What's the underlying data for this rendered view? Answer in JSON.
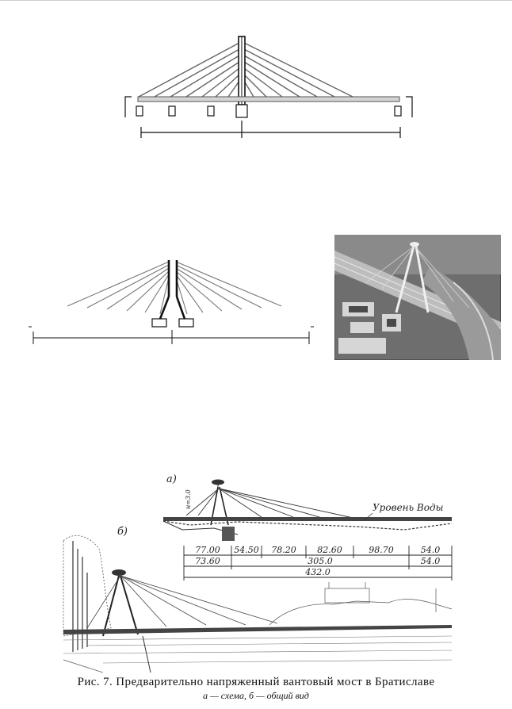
{
  "scheme_labels": {
    "water_level": "Уровень Воды",
    "label_a": "а)",
    "label_b": "б)",
    "tower_height": "н=3.0"
  },
  "spans_row1": [
    "77.00",
    "54.50",
    "78.20",
    "82.60",
    "98.70",
    "54.0"
  ],
  "spans_row2": [
    "73.60",
    "305.0",
    "54.0"
  ],
  "total_length": "432.0",
  "caption": {
    "line1": "Рис. 7. Предварительно напряженный вантовый мост в Братиславе",
    "line2": "а — схема, б — общий вид"
  }
}
